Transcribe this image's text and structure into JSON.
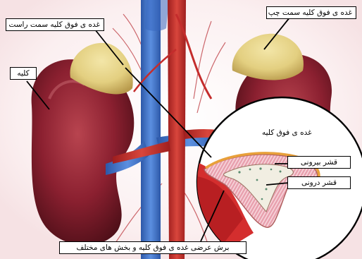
{
  "labels": {
    "right_adrenal": "غده ی فوق کلیه سمت راست",
    "left_adrenal": "غده ی فوق کلیه سمت چپ",
    "kidney": "کلیه",
    "inset_title": "غده ی فوق کلیه",
    "cortex": "قشر بیرونی",
    "medulla": "قشر درونی",
    "cross_section": "برش عرضی غده ی فوق کلیه و بخش های مختلف"
  },
  "colors": {
    "kidney": "#8b2030",
    "adrenal": "#e6d58a",
    "vein": "#3a6ec8",
    "artery": "#c42c2c",
    "cortex_band": "#e8a03a",
    "medulla_fill": "#f1eee2"
  }
}
